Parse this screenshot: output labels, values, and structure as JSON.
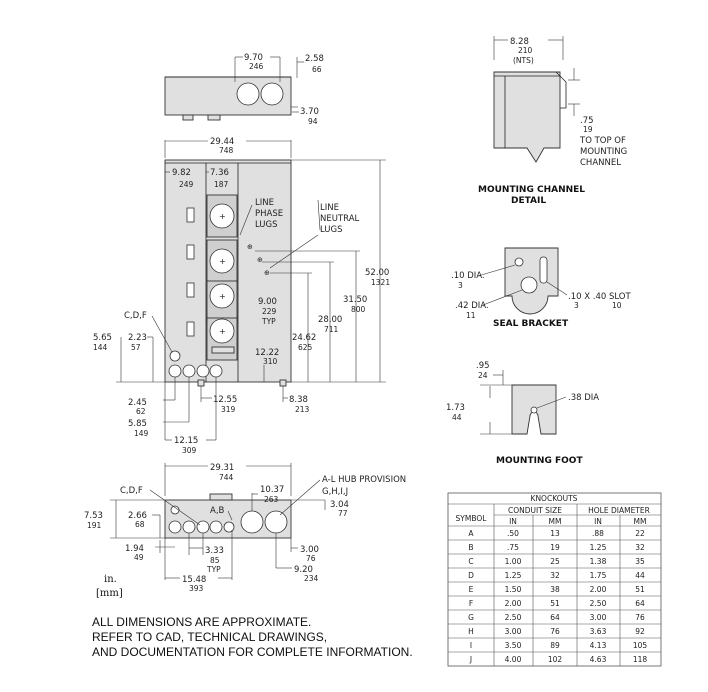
{
  "top_view": {
    "dims": [
      {
        "in": "9.70",
        "mm": "246"
      },
      {
        "in": "2.58",
        "mm": "66"
      },
      {
        "in": "3.70",
        "mm": "94"
      }
    ]
  },
  "front_view": {
    "width": {
      "in": "29.44",
      "mm": "748"
    },
    "d1": {
      "in": "9.82",
      "mm": "249"
    },
    "d2": {
      "in": "7.36",
      "mm": "187"
    },
    "line_phase": [
      "LINE",
      "PHASE",
      "LUGS"
    ],
    "line_neutral": [
      "LINE",
      "NEUTRAL",
      "LUGS"
    ],
    "pitch": {
      "in": "9.00",
      "mm": "229",
      "note": "TYP"
    },
    "h52": {
      "in": "52.00",
      "mm": "1321"
    },
    "h31": {
      "in": "31.50",
      "mm": "800"
    },
    "h28": {
      "in": "28.00",
      "mm": "711"
    },
    "h24": {
      "in": "24.62",
      "mm": "625"
    },
    "h12": {
      "in": "12.22",
      "mm": "310"
    },
    "cdf": "C,D,F",
    "d565": {
      "in": "5.65",
      "mm": "144"
    },
    "d223": {
      "in": "2.23",
      "mm": "57"
    },
    "d245": {
      "in": "2.45",
      "mm": "62"
    },
    "d585": {
      "in": "5.85",
      "mm": "149"
    },
    "d1215": {
      "in": "12.15",
      "mm": "309"
    },
    "d1255": {
      "in": "12.55",
      "mm": "319"
    },
    "d838": {
      "in": "8.38",
      "mm": "213"
    }
  },
  "bottom_view": {
    "width": {
      "in": "29.31",
      "mm": "744"
    },
    "hub": [
      "A-L HUB PROVISION",
      "G,H,I,J"
    ],
    "cdf": "C,D,F",
    "ab": "A,B",
    "d1037": {
      "in": "10.37",
      "mm": "263"
    },
    "d304": {
      "in": "3.04",
      "mm": "77"
    },
    "d753": {
      "in": "7.53",
      "mm": "191"
    },
    "d266": {
      "in": "2.66",
      "mm": "68"
    },
    "d194": {
      "in": "1.94",
      "mm": "49"
    },
    "d333": {
      "in": "3.33",
      "mm": "85",
      "note": "TYP"
    },
    "d300": {
      "in": "3.00",
      "mm": "76"
    },
    "d920": {
      "in": "9.20",
      "mm": "234"
    },
    "d1548": {
      "in": "15.48",
      "mm": "393"
    }
  },
  "units": {
    "in": "in.",
    "mm": "[mm]"
  },
  "mounting_channel": {
    "width": {
      "in": "8.28",
      "mm": "210",
      "note": "(NTS)"
    },
    "d075": {
      "in": ".75",
      "mm": "19"
    },
    "note": [
      "TO TOP OF",
      "MOUNTING",
      "CHANNEL"
    ],
    "title": [
      "MOUNTING CHANNEL",
      "DETAIL"
    ]
  },
  "seal_bracket": {
    "dia10": {
      "in": ".10 DIA.",
      "mm": "3"
    },
    "dia42": {
      "in": ".42 DIA.",
      "mm": "11"
    },
    "slot": {
      "in": ".10 X .40 SLOT",
      "mm1": "3",
      "mm2": "10"
    },
    "title": "SEAL BRACKET"
  },
  "mounting_foot": {
    "d95": {
      "in": ".95",
      "mm": "24"
    },
    "d173": {
      "in": "1.73",
      "mm": "44"
    },
    "dia38": ".38 DIA",
    "title": "MOUNTING FOOT"
  },
  "knockouts": {
    "title": "KNOCKOUTS",
    "symbol": "SYMBOL",
    "conduit": "CONDUIT SIZE",
    "hole": "HOLE DIAMETER",
    "in": "IN",
    "mm": "MM",
    "rows": [
      [
        "A",
        ".50",
        "13",
        ".88",
        "22"
      ],
      [
        "B",
        ".75",
        "19",
        "1.25",
        "32"
      ],
      [
        "C",
        "1.00",
        "25",
        "1.38",
        "35"
      ],
      [
        "D",
        "1.25",
        "32",
        "1.75",
        "44"
      ],
      [
        "E",
        "1.50",
        "38",
        "2.00",
        "51"
      ],
      [
        "F",
        "2.00",
        "51",
        "2.50",
        "64"
      ],
      [
        "G",
        "2.50",
        "64",
        "3.00",
        "76"
      ],
      [
        "H",
        "3.00",
        "76",
        "3.63",
        "92"
      ],
      [
        "I",
        "3.50",
        "89",
        "4.13",
        "105"
      ],
      [
        "J",
        "4.00",
        "102",
        "4.63",
        "118"
      ]
    ]
  },
  "notes": [
    "ALL DIMENSIONS ARE APPROXIMATE.",
    "REFER TO CAD, TECHNICAL DRAWINGS,",
    "AND DOCUMENTATION FOR COMPLETE INFORMATION."
  ]
}
